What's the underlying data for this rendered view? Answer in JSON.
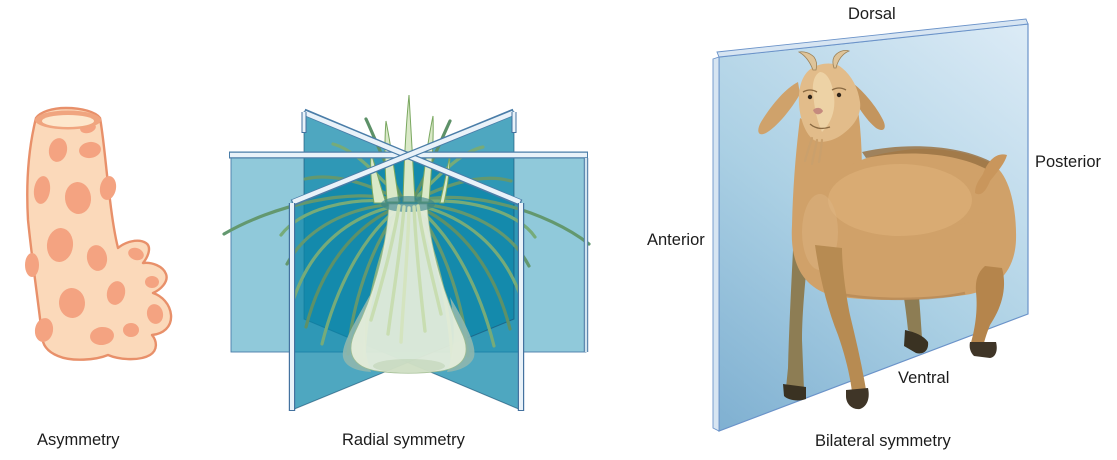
{
  "figure": {
    "panels": [
      {
        "id": "asymmetry",
        "caption": "Asymmetry",
        "illustration": "sponge"
      },
      {
        "id": "radial-symmetry",
        "caption": "Radial symmetry",
        "illustration": "sea-anemone-with-three-planes"
      },
      {
        "id": "bilateral-symmetry",
        "caption": "Bilateral symmetry",
        "illustration": "goat-with-sagittal-plane",
        "direction_labels": {
          "dorsal": "Dorsal",
          "ventral": "Ventral",
          "anterior": "Anterior",
          "posterior": "Posterior"
        }
      }
    ]
  },
  "colors": {
    "background": "#ffffff",
    "label_text": "#1c1c1c",
    "sponge_body": "#fbd9ba",
    "sponge_spot": "#f4a381",
    "sponge_outline": "#e8906a",
    "sponge_rim_inner": "#fde7cc",
    "radial_plane_front": "#90c9da",
    "radial_plane_diagonal": "rgba(10,133,168,0.72)",
    "plane_edge_light": "#e9f2f9",
    "plane_edge_dark": "#4a7da8",
    "anemone_body": "#e7efdc",
    "anemone_green": "#63986f",
    "bilateral_plane_light": "#d9e9f5",
    "bilateral_plane_dark": "#7fb0d1",
    "bilateral_plane_edge": "#6b93c9",
    "goat_body": "#d0a169",
    "goat_far_limb": "#8d7d54",
    "hoof": "#3f3527"
  }
}
